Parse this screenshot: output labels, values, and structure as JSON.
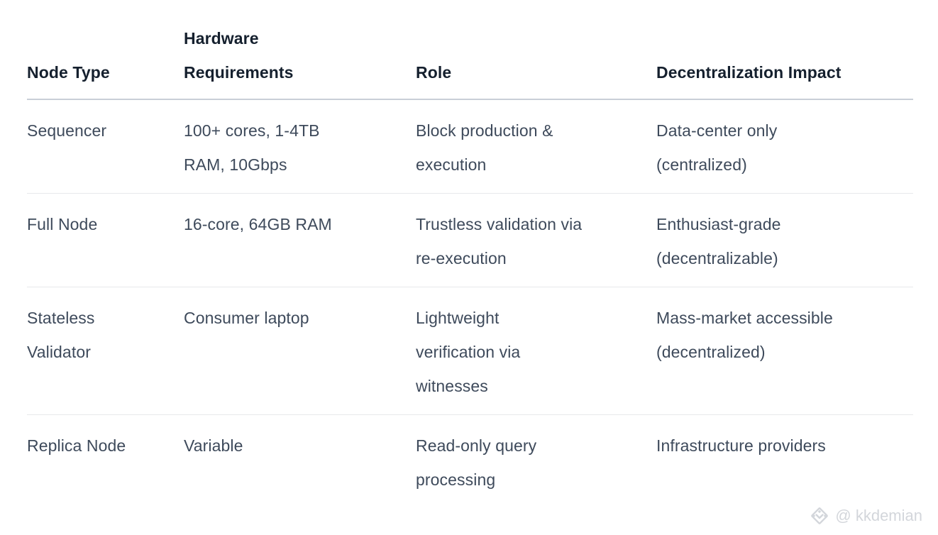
{
  "table": {
    "columns": [
      {
        "label": "Node Type"
      },
      {
        "label": "Hardware\nRequirements"
      },
      {
        "label": "Role"
      },
      {
        "label": "Decentralization Impact"
      }
    ],
    "rows": [
      {
        "node_type": "Sequencer",
        "hardware": "100+ cores, 1-4TB\nRAM, 10Gbps",
        "role": "Block production &\nexecution",
        "impact": "Data-center only\n(centralized)"
      },
      {
        "node_type": "Full Node",
        "hardware": "16-core, 64GB RAM",
        "role": "Trustless validation via\nre-execution",
        "impact": "Enthusiast-grade\n(decentralizable)"
      },
      {
        "node_type": "Stateless\nValidator",
        "hardware": "Consumer laptop",
        "role": "Lightweight\nverification via\nwitnesses",
        "impact": "Mass-market accessible\n(decentralized)"
      },
      {
        "node_type": "Replica Node",
        "hardware": "Variable",
        "role": "Read-only query\nprocessing",
        "impact": "Infrastructure providers"
      }
    ]
  },
  "watermark": {
    "handle": "@ kkdemian",
    "icon": "gem-logo-icon"
  },
  "colors": {
    "header_text": "#15202e",
    "body_text": "#3e4a5b",
    "header_border": "#c9cfd7",
    "row_border": "#e7e8eb",
    "watermark": "#d3d6db",
    "background": "#ffffff"
  }
}
